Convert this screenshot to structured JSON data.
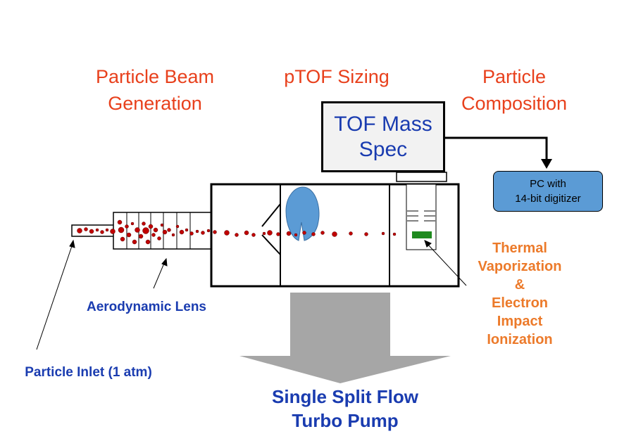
{
  "sections": {
    "beam": [
      "Particle Beam",
      "Generation"
    ],
    "sizing": [
      "pTOF Sizing"
    ],
    "composition": [
      "Particle",
      "Composition"
    ]
  },
  "tof_box": [
    "TOF Mass",
    "Spec"
  ],
  "pc_box": [
    "PC with",
    "14-bit digitizer"
  ],
  "labels": {
    "lens": "Aerodynamic Lens",
    "inlet": "Particle Inlet (1 atm)",
    "ionization": [
      "Thermal",
      "Vaporization",
      "&",
      "Electron",
      "Impact",
      "Ionization"
    ],
    "pump": [
      "Single Split Flow",
      "Turbo Pump"
    ]
  },
  "colors": {
    "section_title": "#e8401c",
    "blue_label": "#1a3cb0",
    "orange_label": "#ec7a2a",
    "particle": "#c00000",
    "heater": "#1e8a1e",
    "chopper": "#5b9bd5",
    "pump_arrow": "#a6a6a6",
    "pc_box": "#5b9bd5"
  }
}
